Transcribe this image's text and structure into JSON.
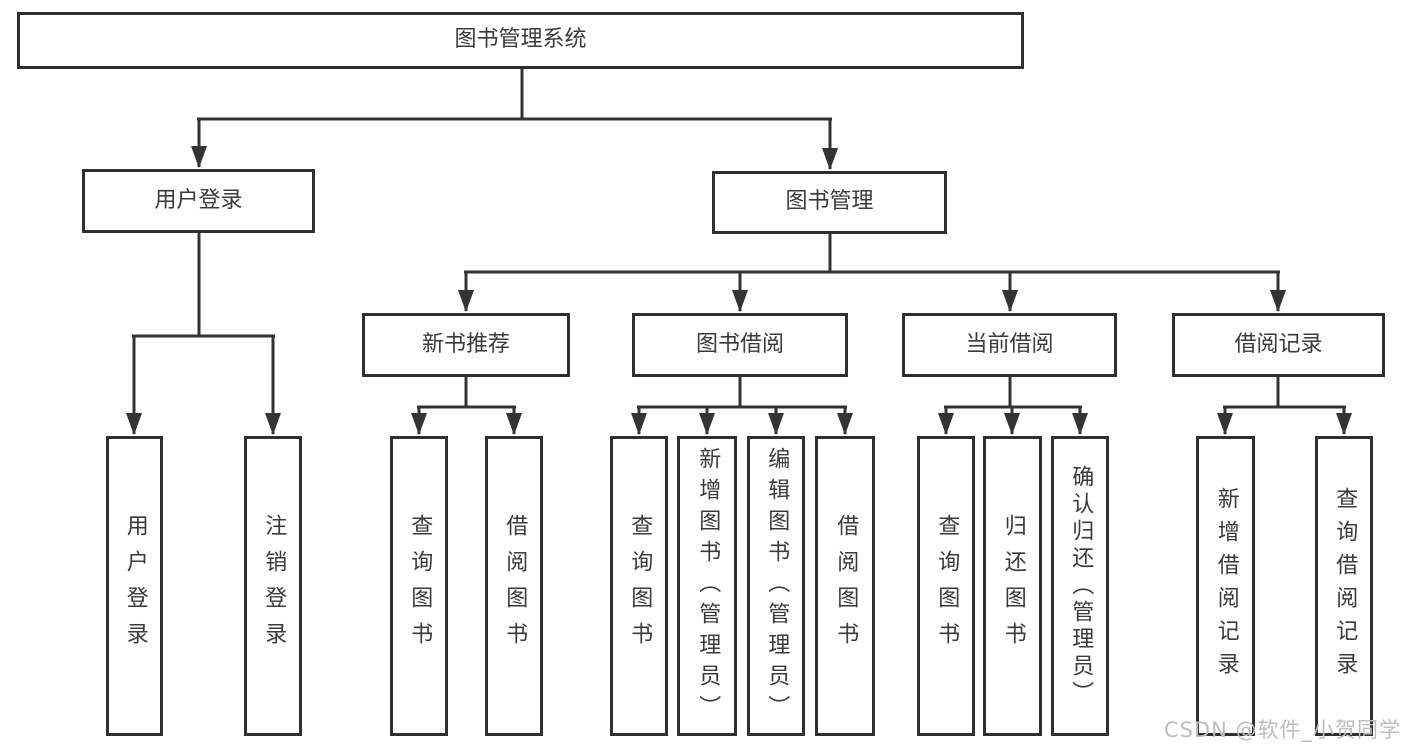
{
  "diagram_title": "图书管理系统",
  "nodes": {
    "root": "图书管理系统",
    "user_login": "用户登录",
    "book_mgmt": "图书管理",
    "new_book_rec": "新书推荐",
    "book_borrow": "图书借阅",
    "current_borrow": "当前借阅",
    "borrow_records": "借阅记录",
    "leaf_user_login": "用户登录",
    "leaf_logout": "注销登录",
    "leaf_nb_query": "查询图书",
    "leaf_nb_borrow": "借阅图书",
    "leaf_bb_query": "查询图书",
    "leaf_bb_add": "新增图书（管理员）",
    "leaf_bb_edit": "编辑图书（管理员）",
    "leaf_bb_borrow": "借阅图书",
    "leaf_cb_query": "查询图书",
    "leaf_cb_return": "归还图书",
    "leaf_cb_confirm": "确认归还（管理员）",
    "leaf_br_add": "新增借阅记录",
    "leaf_br_query": "查询借阅记录"
  },
  "hierarchy": {
    "root": "图书管理系统",
    "children": [
      {
        "label": "用户登录",
        "children": [
          "用户登录",
          "注销登录"
        ]
      },
      {
        "label": "图书管理",
        "children": [
          {
            "label": "新书推荐",
            "children": [
              "查询图书",
              "借阅图书"
            ]
          },
          {
            "label": "图书借阅",
            "children": [
              "查询图书",
              "新增图书（管理员）",
              "编辑图书（管理员）",
              "借阅图书"
            ]
          },
          {
            "label": "当前借阅",
            "children": [
              "查询图书",
              "归还图书",
              "确认归还（管理员）"
            ]
          },
          {
            "label": "借阅记录",
            "children": [
              "新增借阅记录",
              "查询借阅记录"
            ]
          }
        ]
      }
    ]
  },
  "watermark": "CSDN @软件_小贺同学",
  "colors": {
    "line": "#333333",
    "box_border": "#2f2f2f",
    "text": "#3a3a3a",
    "watermark": "#bdbdbd",
    "background": "#ffffff"
  }
}
